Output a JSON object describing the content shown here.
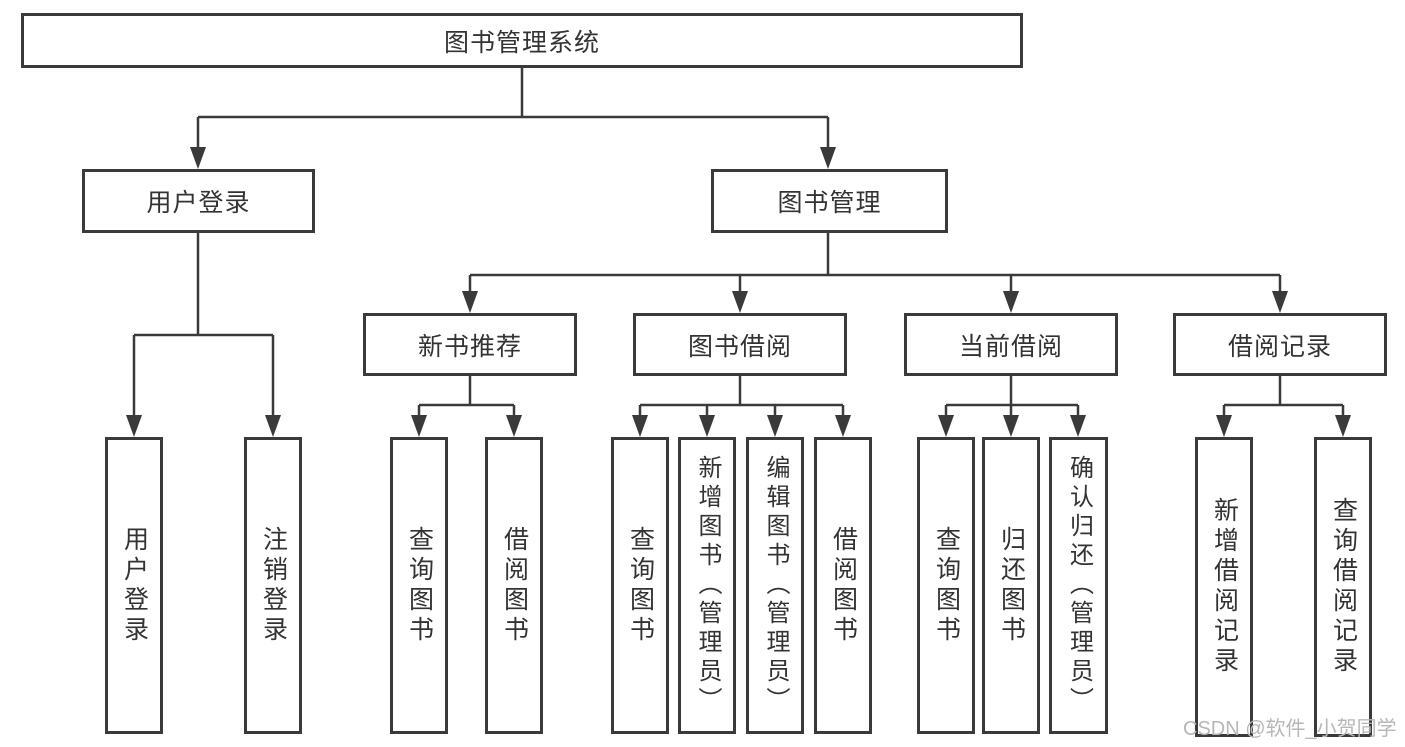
{
  "diagram": {
    "title": "图书管理系统",
    "nodes": {
      "root": {
        "label": "图书管理系统"
      },
      "user_login": {
        "label": "用户登录"
      },
      "book_mgmt": {
        "label": "图书管理"
      },
      "login": {
        "label": "用户登录"
      },
      "logout": {
        "label": "注销登录"
      },
      "new_book": {
        "label": "新书推荐"
      },
      "book_borrow": {
        "label": "图书借阅"
      },
      "current_borrow": {
        "label": "当前借阅"
      },
      "borrow_record": {
        "label": "借阅记录"
      },
      "nb_query": {
        "label": "查询图书"
      },
      "nb_borrow": {
        "label": "借阅图书"
      },
      "bb_query": {
        "label": "查询图书"
      },
      "bb_add": {
        "label": "新增图书（管理员）"
      },
      "bb_edit": {
        "label": "编辑图书（管理员）"
      },
      "bb_borrow": {
        "label": "借阅图书"
      },
      "cb_query": {
        "label": "查询图书"
      },
      "cb_return": {
        "label": "归还图书"
      },
      "cb_confirm": {
        "label": "确认归还（管理员）"
      },
      "br_add": {
        "label": "新增借阅记录"
      },
      "br_query": {
        "label": "查询借阅记录"
      }
    },
    "edges": [
      "图书管理系统→用户登录",
      "图书管理系统→图书管理",
      "用户登录→用户登录",
      "用户登录→注销登录",
      "图书管理→新书推荐",
      "图书管理→图书借阅",
      "图书管理→当前借阅",
      "图书管理→借阅记录",
      "新书推荐→查询图书",
      "新书推荐→借阅图书",
      "图书借阅→查询图书",
      "图书借阅→新增图书（管理员）",
      "图书借阅→编辑图书（管理员）",
      "图书借阅→借阅图书",
      "当前借阅→查询图书",
      "当前借阅→归还图书",
      "当前借阅→确认归还（管理员）",
      "借阅记录→新增借阅记录",
      "借阅记录→查询借阅记录"
    ],
    "line_color": "#3a3a3a",
    "text_color": "#333333"
  },
  "watermark": {
    "text": "CSDN @软件_小贺同学",
    "color": "#b7b7b7"
  }
}
